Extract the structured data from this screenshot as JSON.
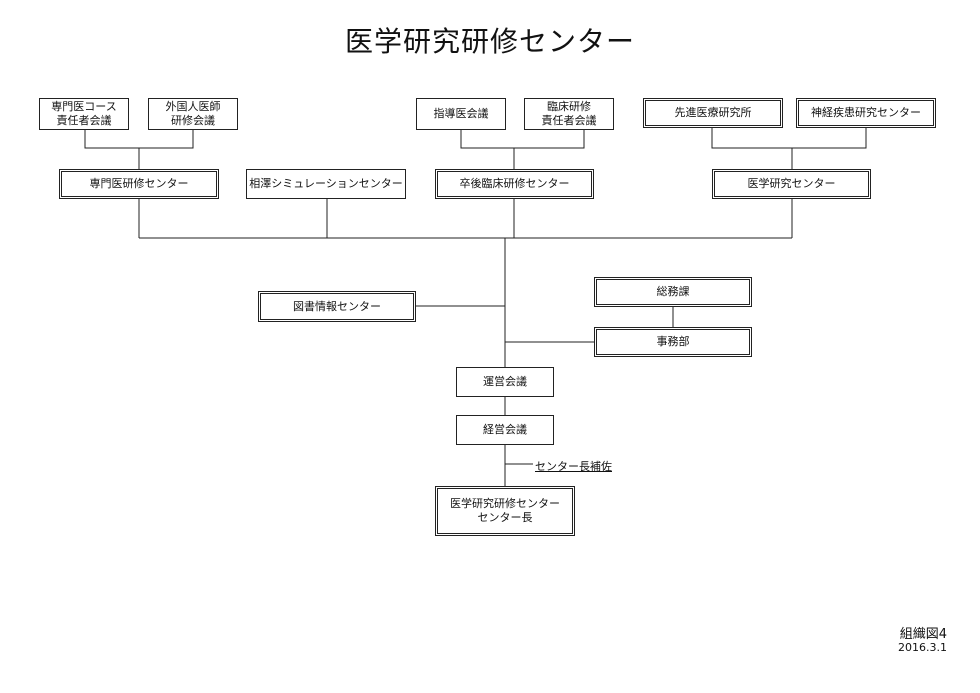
{
  "title": "医学研究研修センター",
  "boxes": {
    "senmon_course": "専門医コース\n責任者会議",
    "gaikokujin": "外国人医師\n研修会議",
    "shido": "指導医会議",
    "rinsho_sekinin": "臨床研修\n責任者会議",
    "sendai_iryo": "先進医療研究所",
    "shinkei_shikkan": "神経疾患研究センター",
    "senmon_center": "専門医研修センター",
    "aizawa_sim": "相澤シミュレーションセンター",
    "sotsugo_center": "卒後臨床研修センター",
    "igaku_kenkyu": "医学研究センター",
    "tosho": "図書情報センター",
    "somu": "総務課",
    "jimu": "事務部",
    "unei": "運営会議",
    "keiei": "経営会議",
    "chief": "医学研究研修センター\nセンター長"
  },
  "assistant": "センター長補佐",
  "doc_id": "組織図4",
  "doc_date": "2016.3.1"
}
